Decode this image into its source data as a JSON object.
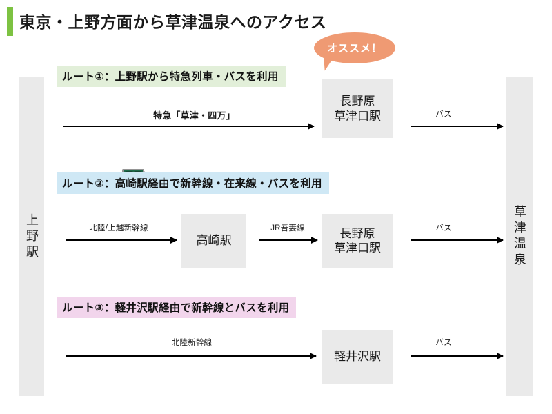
{
  "page": {
    "title": "東京・上野方面から草津温泉へのアクセス",
    "accent_color": "#7dc242",
    "background": "#ffffff"
  },
  "terminals": {
    "origin": {
      "label": "上野駅",
      "box_color": "#eaeaea"
    },
    "destination": {
      "label": "草津温泉",
      "box_color": "#eaeaea"
    }
  },
  "badge": {
    "recommend_label": "オススメ！",
    "color": "#ef9a73"
  },
  "routes": [
    {
      "id": "route-1",
      "header": "ルート①：上野駅から特急列車・バスを利用",
      "header_color": "#e2efd9",
      "recommended": true,
      "train_image_alt": "特急列車 E257系",
      "segments": [
        {
          "label": "特急「草津・四万」",
          "mode": "limited-express",
          "emphasis": true
        },
        {
          "label": "バス",
          "mode": "bus",
          "emphasis": false
        }
      ],
      "stations": [
        {
          "label": "長野原\n草津口駅",
          "line1": "長野原",
          "line2": "草津口駅"
        }
      ]
    },
    {
      "id": "route-2",
      "header": "ルート②：高崎駅経由で新幹線・在来線・バスを利用",
      "header_color": "#cfe8f5",
      "recommended": false,
      "segments": [
        {
          "label": "北陸/上越新幹線",
          "mode": "shinkansen",
          "emphasis": false
        },
        {
          "label": "JR吾妻線",
          "mode": "local-line",
          "emphasis": false
        },
        {
          "label": "バス",
          "mode": "bus",
          "emphasis": false
        }
      ],
      "stations": [
        {
          "line1": "高崎駅",
          "line2": ""
        },
        {
          "line1": "長野原",
          "line2": "草津口駅"
        }
      ]
    },
    {
      "id": "route-3",
      "header": "ルート③：軽井沢駅経由で新幹線とバスを利用",
      "header_color": "#f2d5ec",
      "recommended": false,
      "segments": [
        {
          "label": "北陸新幹線",
          "mode": "shinkansen",
          "emphasis": false
        },
        {
          "label": "バス",
          "mode": "bus",
          "emphasis": false
        }
      ],
      "stations": [
        {
          "line1": "軽井沢駅",
          "line2": ""
        }
      ]
    }
  ]
}
